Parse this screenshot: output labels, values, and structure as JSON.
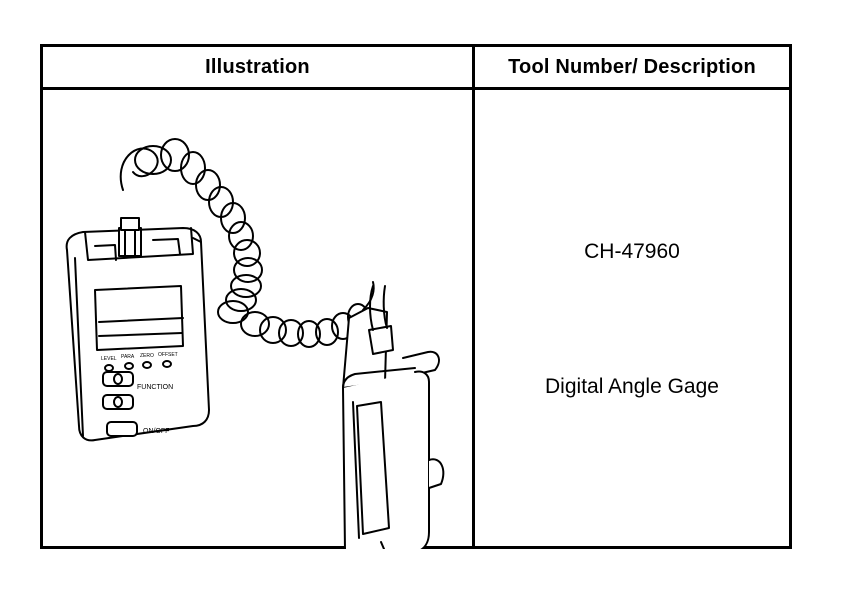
{
  "table": {
    "headers": {
      "illustration": "Illustration",
      "tool": "Tool Number/ Description"
    },
    "row": {
      "tool_number": "CH-47960",
      "description": "Digital Angle Gage"
    }
  },
  "illustration": {
    "icon": "digital-angle-gage-drawing",
    "meter_labels": [
      "LEVEL",
      "PARA",
      "ZERO",
      "OFFSET"
    ],
    "function_label": "FUNCTION",
    "power_label": "ON/OFF"
  }
}
